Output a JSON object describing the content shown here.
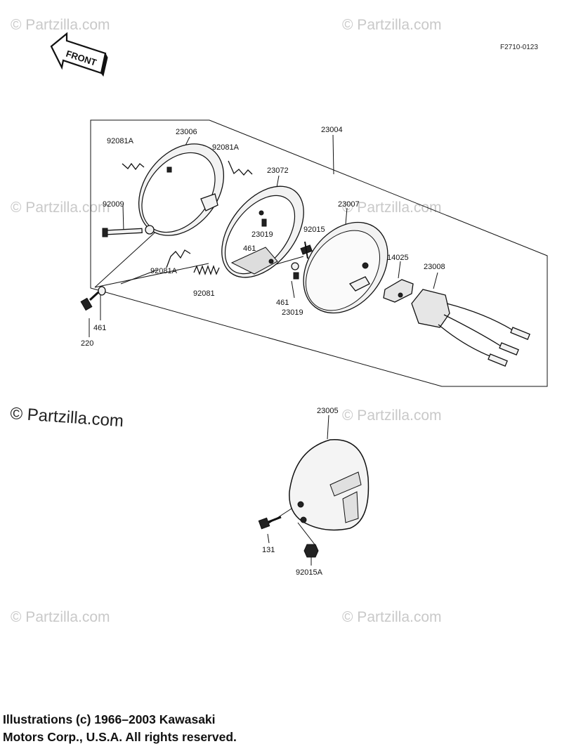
{
  "drawing_code": "F2710-0123",
  "front_label": "FRONT",
  "watermarks": {
    "small": "© Partzilla.com",
    "large": "© Partzilla.com"
  },
  "part_labels": {
    "p23004": "23004",
    "p23006": "23006",
    "p92081A_left": "92081A",
    "p92081A_mid": "92081A",
    "p92081A_low": "92081A",
    "p92009": "92009",
    "p92081": "92081",
    "p461_left": "461",
    "p220": "220",
    "p23072": "23072",
    "p23019_top": "23019",
    "p461_mid": "461",
    "p92015": "92015",
    "p461_low": "461",
    "p23019_low": "23019",
    "p23007": "23007",
    "p14025": "14025",
    "p23008": "23008",
    "p23005": "23005",
    "p131": "131",
    "p92015A": "92015A"
  },
  "copyright": {
    "line1": "Illustrations (c) 1966–2003 Kawasaki",
    "line2": "Motors Corp., U.S.A.  All rights reserved."
  }
}
